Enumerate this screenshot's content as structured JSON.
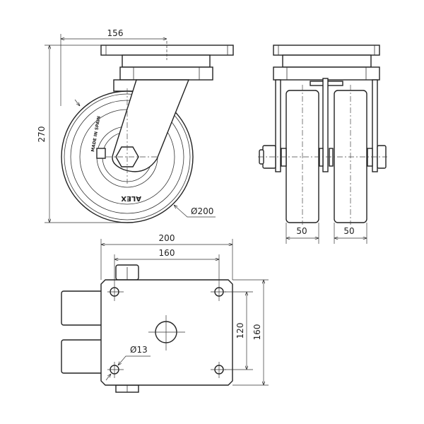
{
  "side_view": {
    "width_dim": "156",
    "height_dim": "270",
    "wheel_diameter_dim": "Ø200",
    "markings": [
      "MADE IN SPAIN",
      "ALEX"
    ]
  },
  "front_view": {
    "wheel_width_left": "50",
    "wheel_width_right": "50"
  },
  "plate_view": {
    "plate_width": "200",
    "hole_spacing_x": "160",
    "hole_spacing_y": "120",
    "plate_length": "160",
    "hole_diameter": "Ø13"
  }
}
